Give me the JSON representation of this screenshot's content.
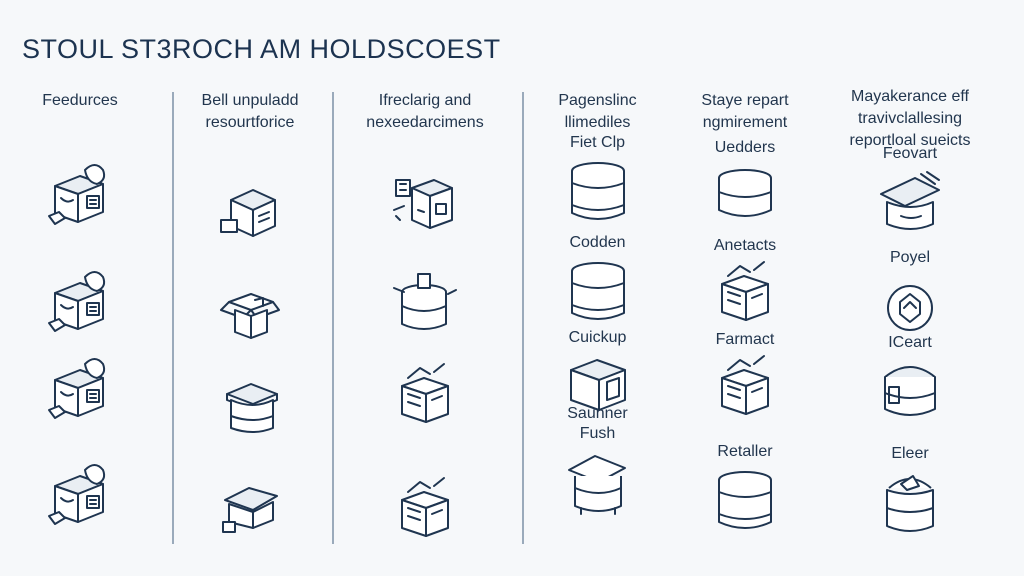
{
  "title": "STOUL ST3ROCH AM HOLDSCOEST",
  "columns": [
    {
      "header": "Feedurces",
      "items": [
        {
          "label": "",
          "icon": "box-machine-icon"
        },
        {
          "label": "",
          "icon": "box-machine-icon"
        },
        {
          "label": "",
          "icon": "box-machine-icon"
        },
        {
          "label": "",
          "icon": "box-machine-icon"
        }
      ]
    },
    {
      "header": "Bell unpuladd\nresourtforice",
      "items": [
        {
          "label": "",
          "icon": "house-box-icon"
        },
        {
          "label": "",
          "icon": "open-box-icon"
        },
        {
          "label": "",
          "icon": "lidded-box-icon"
        },
        {
          "label": "",
          "icon": "pouch-icon"
        }
      ]
    },
    {
      "header": "Ifreclarig and\nnexeedarcimens",
      "items": [
        {
          "label": "",
          "icon": "machine-box-icon"
        },
        {
          "label": "",
          "icon": "canister-icon"
        },
        {
          "label": "",
          "icon": "open-crate-icon"
        },
        {
          "label": "",
          "icon": "open-crate-icon"
        }
      ]
    },
    {
      "header": "Pagenslinc\nllimediles",
      "items": [
        {
          "label": "Fiet Clp",
          "icon": "barrel-icon"
        },
        {
          "label": "Codden",
          "icon": "barrel-icon"
        },
        {
          "label": "Cuickup",
          "icon": "crate-icon"
        },
        {
          "label": "Saunner\nFush",
          "icon": "open-barrel-icon"
        }
      ]
    },
    {
      "header": "Staye repart\nngmirement",
      "items": [
        {
          "label": "Uedders",
          "icon": "tub-icon"
        },
        {
          "label": "Anetacts",
          "icon": "open-crate-icon"
        },
        {
          "label": "Farmact",
          "icon": "open-crate-icon"
        },
        {
          "label": "Retaller",
          "icon": "barrel-icon"
        }
      ]
    },
    {
      "header": "Mayakerance eff\ntravivclallesing\nreportloal sueicts",
      "items": [
        {
          "label": "Feovart",
          "icon": "tray-tub-icon"
        },
        {
          "label": "Poyel",
          "icon": "hexagon-badge-icon"
        },
        {
          "label": "ICeart",
          "icon": "cooking-pot-icon"
        },
        {
          "label": "Eleer",
          "icon": "jar-icon"
        }
      ]
    }
  ]
}
